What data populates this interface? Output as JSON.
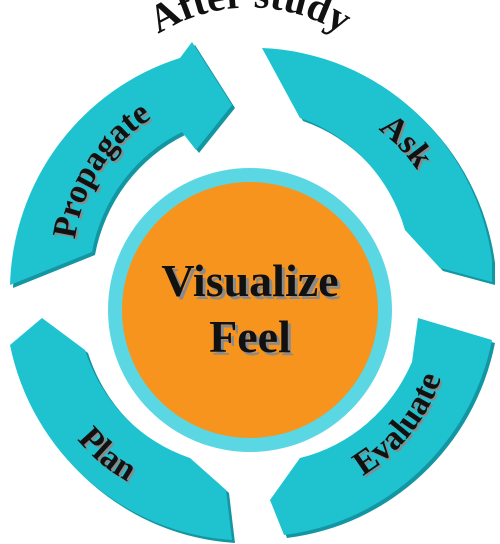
{
  "title": "After study",
  "center": {
    "line1": "Visualize",
    "line2": "Feel"
  },
  "segments": [
    {
      "id": "propagate",
      "label": "Propagate"
    },
    {
      "id": "ask",
      "label": "Ask"
    },
    {
      "id": "evaluate",
      "label": "Evaluate"
    },
    {
      "id": "plan",
      "label": "Plan"
    }
  ],
  "colors": {
    "ring": "#1fc2cf",
    "ring_shadow": "#1396a1",
    "center_fill": "#f7941d",
    "center_border": "#5ad7e3",
    "text": "#111111",
    "text_shadow": "#8a8a8a"
  }
}
